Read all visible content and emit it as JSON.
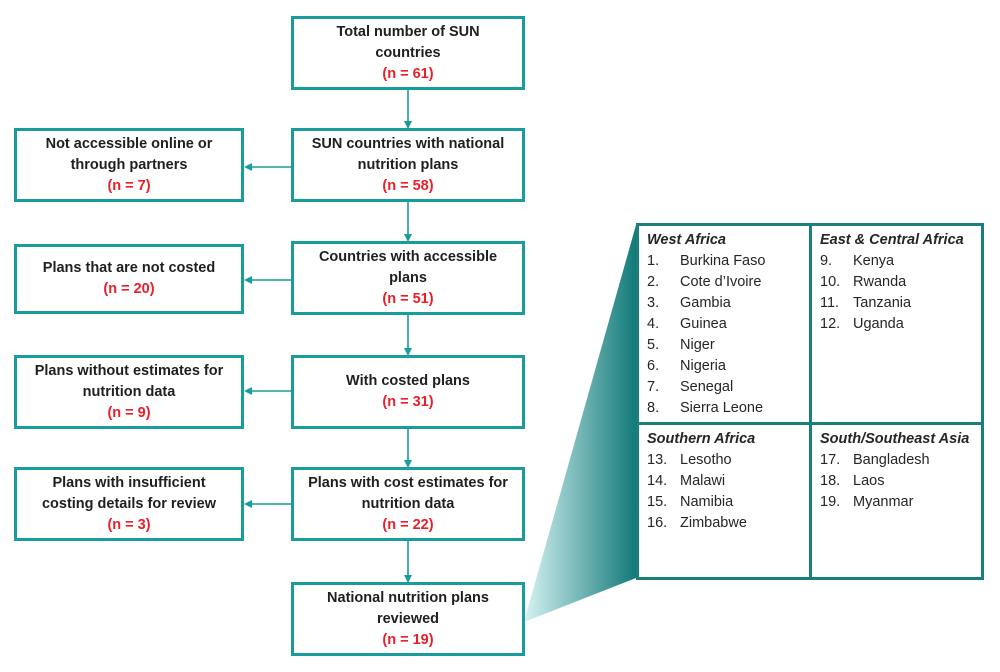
{
  "flow": {
    "main": [
      {
        "lines": [
          "Total number of SUN",
          "countries"
        ],
        "n": "(n = 61)"
      },
      {
        "lines": [
          "SUN countries with national",
          "nutrition plans"
        ],
        "n": "(n = 58)"
      },
      {
        "lines": [
          "Countries with accessible",
          "plans"
        ],
        "n": "(n = 51)"
      },
      {
        "lines": [
          "With costed plans"
        ],
        "n": "(n = 31)"
      },
      {
        "lines": [
          "Plans with cost estimates for",
          "nutrition data"
        ],
        "n": "(n = 22)"
      },
      {
        "lines": [
          "National nutrition plans",
          "reviewed"
        ],
        "n": "(n = 19)"
      }
    ],
    "excluded": [
      {
        "lines": [
          "Not accessible online or",
          "through partners"
        ],
        "n": "(n = 7)"
      },
      {
        "lines": [
          "Plans that are not costed"
        ],
        "n": "(n = 20)"
      },
      {
        "lines": [
          "Plans without estimates for",
          "nutrition data"
        ],
        "n": "(n = 9)"
      },
      {
        "lines": [
          "Plans with insufficient",
          "costing details for review"
        ],
        "n": "(n = 3)"
      }
    ]
  },
  "regions": [
    {
      "title": "West Africa",
      "countries": [
        {
          "num": "1.",
          "name": "Burkina Faso"
        },
        {
          "num": "2.",
          "name": "Cote d’Ivoire"
        },
        {
          "num": "3.",
          "name": "Gambia"
        },
        {
          "num": "4.",
          "name": "Guinea"
        },
        {
          "num": "5.",
          "name": "Niger"
        },
        {
          "num": "6.",
          "name": "Nigeria"
        },
        {
          "num": "7.",
          "name": "Senegal"
        },
        {
          "num": "8.",
          "name": "Sierra Leone"
        }
      ]
    },
    {
      "title": "East & Central Africa",
      "countries": [
        {
          "num": "9.",
          "name": "Kenya"
        },
        {
          "num": "10.",
          "name": "Rwanda"
        },
        {
          "num": "11.",
          "name": "Tanzania"
        },
        {
          "num": "12.",
          "name": "Uganda"
        }
      ]
    },
    {
      "title": "Southern Africa",
      "countries": [
        {
          "num": "13.",
          "name": "Lesotho"
        },
        {
          "num": "14.",
          "name": "Malawi"
        },
        {
          "num": "15.",
          "name": "Namibia"
        },
        {
          "num": "16.",
          "name": "Zimbabwe"
        }
      ]
    },
    {
      "title": "South/Southeast Asia",
      "countries": [
        {
          "num": "17.",
          "name": "Bangladesh"
        },
        {
          "num": "18.",
          "name": "Laos"
        },
        {
          "num": "19.",
          "name": "Myanmar"
        }
      ]
    }
  ],
  "colors": {
    "box_border": "#1a9c9c",
    "arrow": "#1a9c9c",
    "count_text": "#e8202a",
    "grid_border": "#1a7f7c",
    "fan_dark": "#127a78",
    "fan_light": "#d6f3f3"
  }
}
